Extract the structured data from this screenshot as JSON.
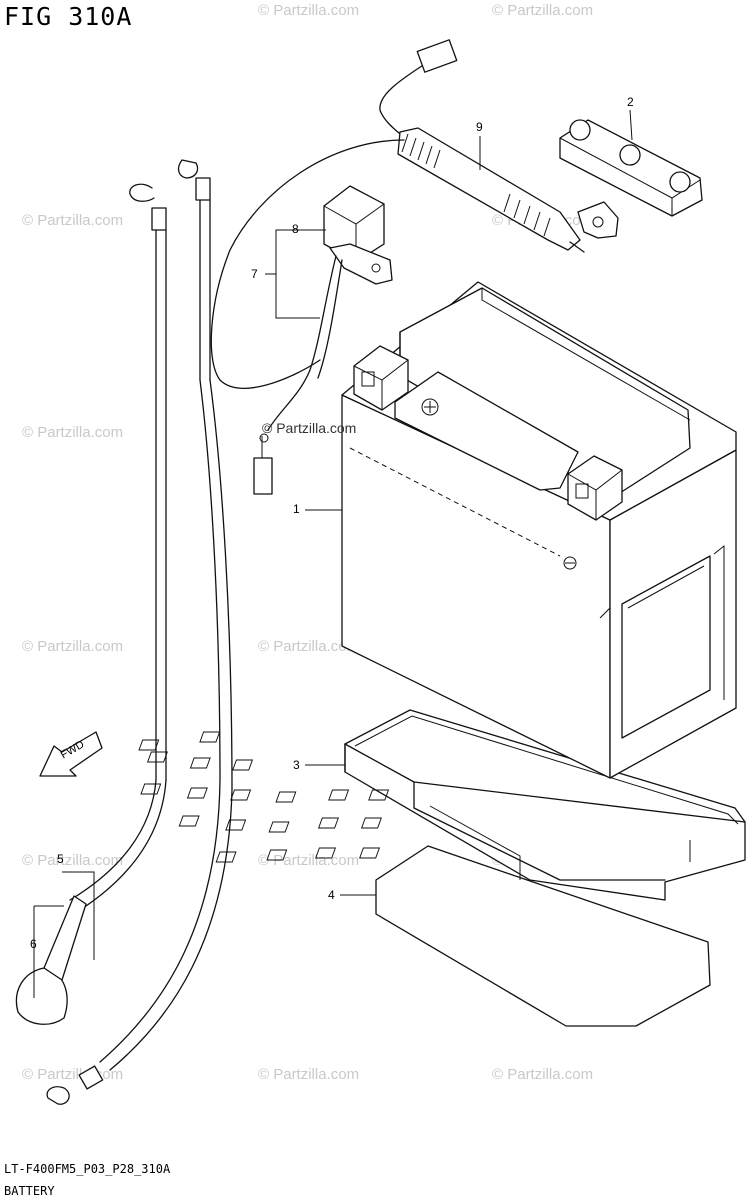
{
  "figure_title": "FIG 310A",
  "center_watermark": "© Partzilla.com",
  "watermarks": [
    "© Partzilla.com"
  ],
  "callouts": {
    "c1": "1",
    "c2": "2",
    "c3": "3",
    "c4": "4",
    "c5": "5",
    "c6": "6",
    "c7": "7",
    "c8": "8",
    "c9": "9"
  },
  "fwd_label": "FWD",
  "drawing_code": "LT-F400FM5_P03_P28_310A",
  "part_group": "BATTERY"
}
